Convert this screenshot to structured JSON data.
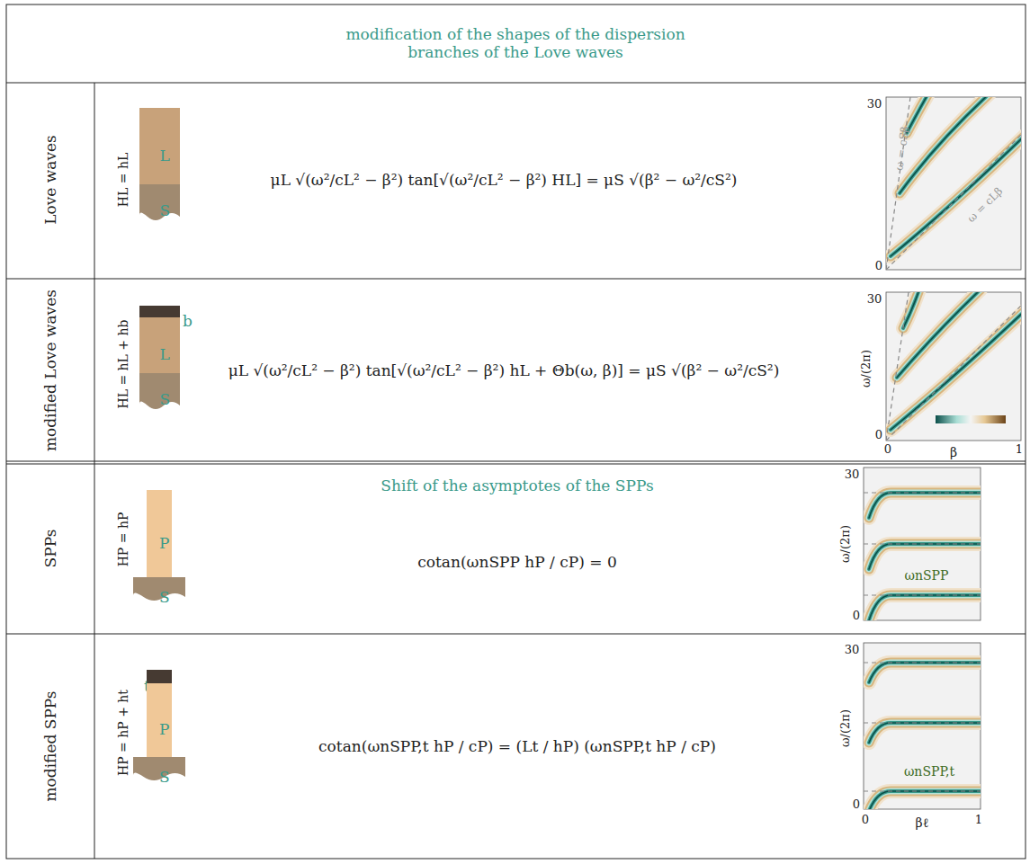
{
  "diagram": {
    "nodes": [
      {
        "text": [
          "L"
        ]
      },
      {
        "text": [
          "S"
        ]
      },
      {
        "text": [
          "b"
        ]
      },
      {
        "text": [
          "L"
        ]
      },
      {
        "text": [
          "S"
        ]
      },
      {
        "text": [
          "P"
        ]
      },
      {
        "text": [
          "S"
        ]
      },
      {
        "text": [
          "t"
        ]
      },
      {
        "text": [
          "P"
        ]
      },
      {
        "text": [
          "S"
        ]
      }
    ],
    "labels": [
      "modification of the shapes of the dispersion branches of the Love waves",
      "Love waves",
      "HL = hL",
      "μL √(ω²/cL² − β²) tan[√(ω²/cL² − β²) HL] = μS √(β² − ω²/cS²)",
      "30",
      "0",
      "ω = cSβ",
      "ω = cLβ",
      "modified Love waves",
      "HL = hL + hb",
      "μL √(ω²/cL² − β²) tan[√(ω²/cL² − β²) hL + Θb(ω, β)] = μS √(β² − ω²/cS²)",
      "30",
      "ω/(2π)",
      "0",
      "0",
      "β",
      "1",
      "Shift of the asymptotes of the SPPs",
      "SPPs",
      "HP = hP",
      "cotan(ωnSPP hP / cP) = 0",
      "30",
      "ω/(2π)",
      "0",
      "ωnSPP",
      "modified SPPs",
      "HP = hP + ht",
      "cotan(ωnSPP,t hP / cP) = (Lt / hP) (ωnSPP,t hP / cP)",
      "30",
      "ω/(2π)",
      "ωnSPP,t",
      "0",
      "0",
      "βℓ",
      "1"
    ]
  }
}
